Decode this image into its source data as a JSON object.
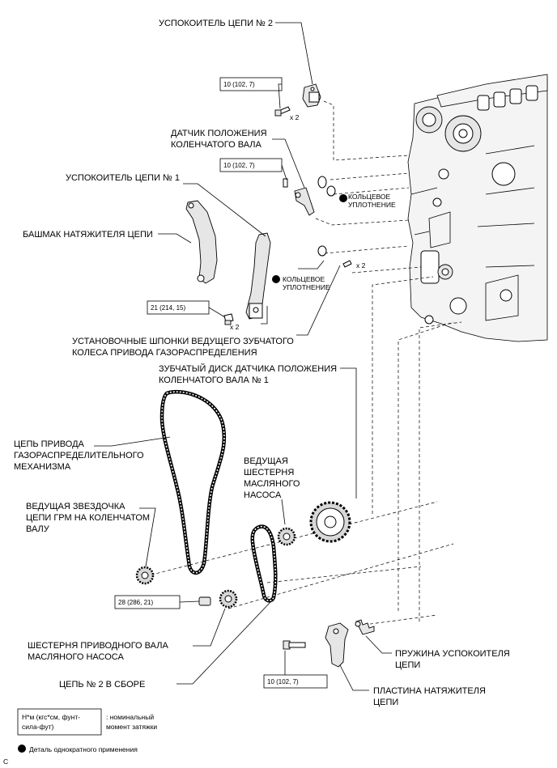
{
  "labels": {
    "tensioner2": "УСПОКОИТЕЛЬ ЦЕПИ № 2",
    "crank_sensor": [
      "ДАТЧИК ПОЛОЖЕНИЯ",
      "КОЛЕНЧАТОГО ВАЛА"
    ],
    "tensioner1": "УСПОКОИТЕЛЬ ЦЕПИ № 1",
    "oring1": [
      "КОЛЬЦЕВОЕ",
      "УПЛОТНЕНИЕ"
    ],
    "tensioner_shoe": "БАШМАК НАТЯЖИТЕЛЯ ЦЕПИ",
    "oring2": [
      "КОЛЬЦЕВОЕ",
      "УПЛОТНЕНИЕ"
    ],
    "keys": [
      "УСТАНОВОЧНЫЕ ШПОНКИ ВЕДУЩЕГО ЗУБЧАТОГО",
      "КОЛЕСА ПРИВОДА ГАЗОРАСПРЕДЕЛЕНИЯ"
    ],
    "timing_plate": [
      "ЗУБЧАТЫЙ ДИСК ДАТЧИКА ПОЛОЖЕНИЯ",
      "КОЛЕНЧАТОГО ВАЛА № 1"
    ],
    "timing_chain": [
      "ЦЕПЬ ПРИВОДА",
      "ГАЗОРАСПРЕДЕЛИТЕЛЬНОГО",
      "МЕХАНИЗМА"
    ],
    "oil_pump_drive_gear": [
      "ВЕДУЩАЯ",
      "ШЕСТЕРНЯ",
      "МАСЛЯНОГО",
      "НАСОСА"
    ],
    "crank_sprocket": [
      "ВЕДУЩАЯ ЗВЕЗДОЧКА",
      "ЦЕПИ ГРМ НА КОЛЕНЧАТОМ",
      "ВАЛУ"
    ],
    "oil_pump_shaft_gear": [
      "ШЕСТЕРНЯ ПРИВОДНОГО ВАЛА",
      "МАСЛЯНОГО НАСОСА"
    ],
    "chain2": "ЦЕПЬ № 2 В СБОРЕ",
    "damper_spring": [
      "ПРУЖИНА УСПОКОИТЕЛЯ",
      "ЦЕПИ"
    ],
    "tensioner_plate": [
      "ПЛАСТИНА НАТЯЖИТЕЛЯ",
      "ЦЕПИ"
    ]
  },
  "torques": {
    "t1": "10 (102, 7)",
    "t2": "10 (102, 7)",
    "t3": "21 (214, 15)",
    "t4": "28 (286, 21)",
    "t5": "10 (102, 7)"
  },
  "quantities": {
    "q1": "x 2",
    "q2": "x 2",
    "q3": "x 2"
  },
  "legend": {
    "unit_box": [
      "Н*м (кгс*см, фунт-",
      "сила-фут)"
    ],
    "unit_desc": [
      ": номинальный",
      "момент затяжки"
    ],
    "non_reusable": "Деталь однократного применения"
  },
  "corner_mark": "C"
}
